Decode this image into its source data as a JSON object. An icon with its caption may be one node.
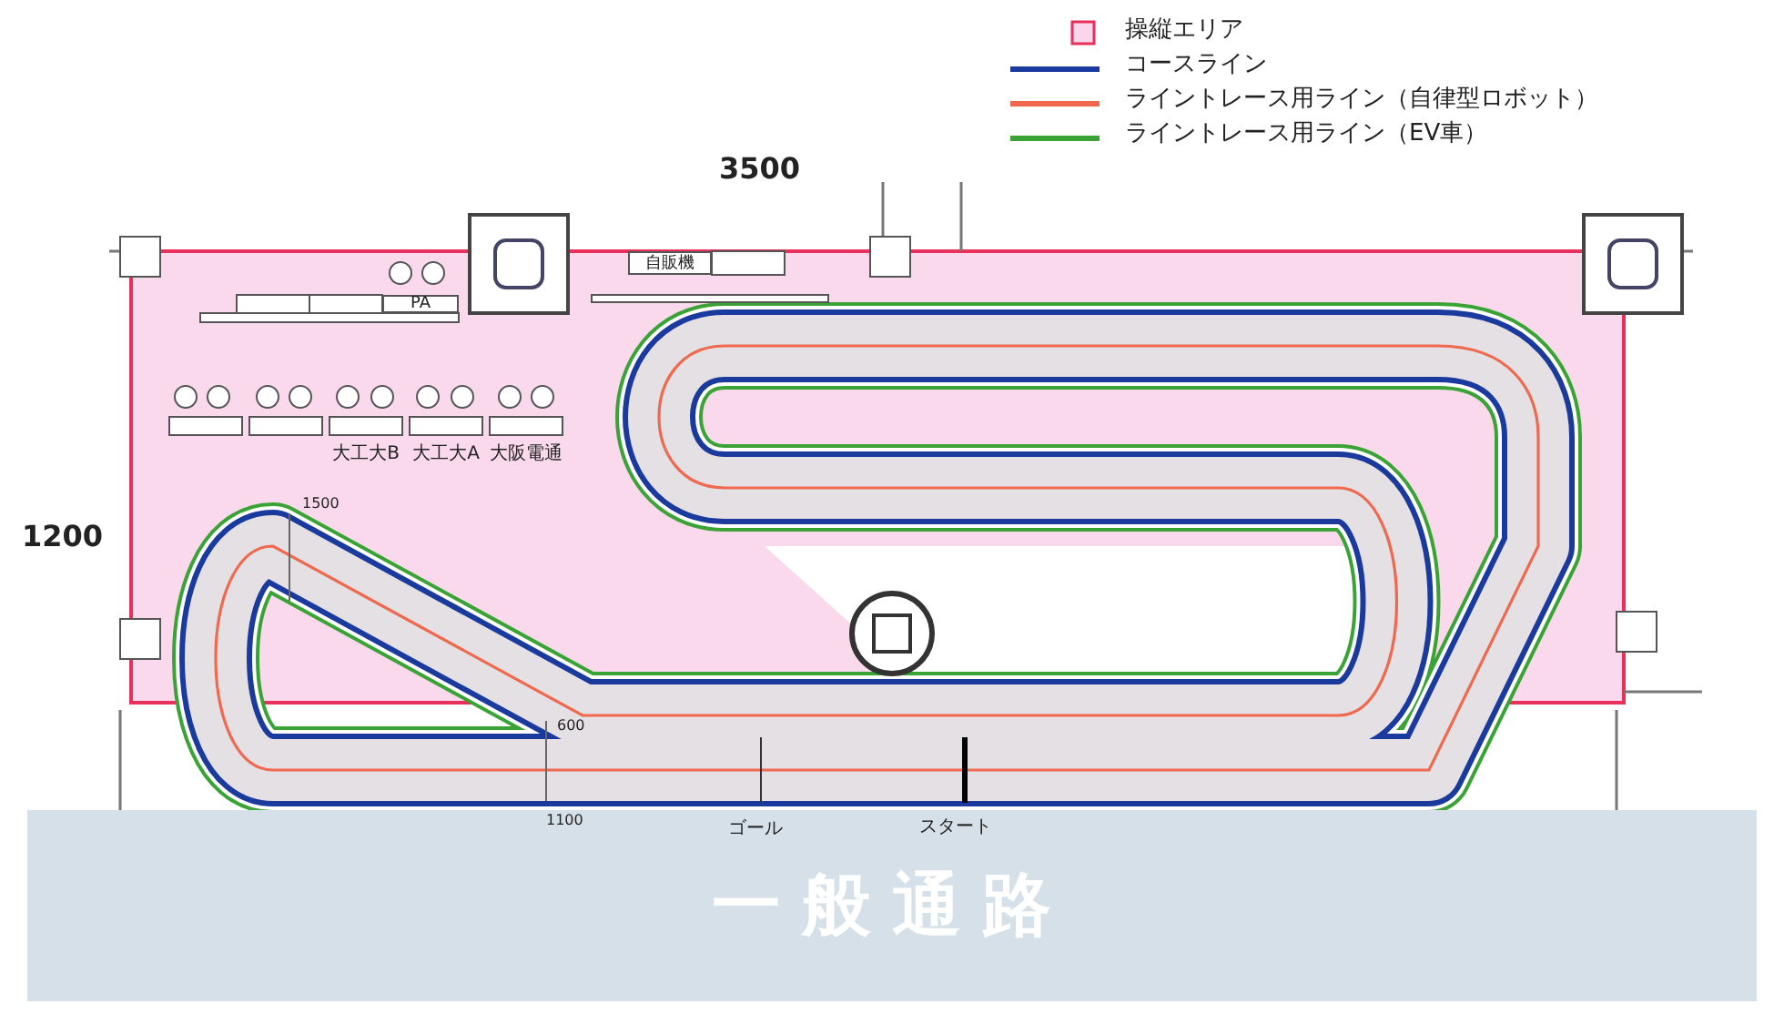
{
  "diagram": {
    "nodes": [
      {
        "text": [
          "自販機"
        ]
      },
      {
        "text": [
          "PA"
        ]
      },
      {
        "text": [
          "一般通路"
        ]
      }
    ],
    "labels": [
      "3500",
      "1200",
      "大工大B",
      "大工大A",
      "大阪電通",
      "1500",
      "600",
      "1100",
      "ゴール",
      "スタート"
    ],
    "legend": [
      {
        "text": "操縦エリア",
        "color": "#f9d6ea"
      },
      {
        "text": "コースライン"
      },
      {
        "text": "ライントレース用ライン（自律型ロボット）"
      },
      {
        "text": "ライントレース用ライン（EV車）"
      }
    ]
  }
}
